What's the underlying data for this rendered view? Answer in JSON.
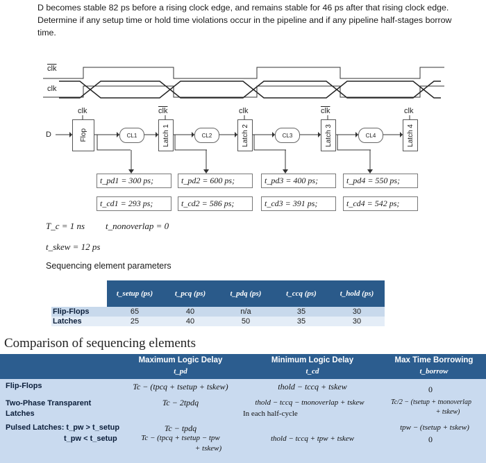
{
  "question": "D becomes stable 82 ps before a rising clock edge, and remains stable for 46 ps after that rising clock edge. Determine if any setup time or hold time violations occur in the pipeline and if any pipeline half-stages borrow time.",
  "waveform": {
    "clk_bar": "clk",
    "clk": "clk"
  },
  "pipeline": {
    "d_label": "D",
    "flop_label": "Flop",
    "clk_labels": [
      "clk",
      "clk",
      "clk",
      "clk",
      "clk"
    ],
    "cl_labels": [
      "CL1",
      "CL2",
      "CL3",
      "CL4"
    ],
    "latch_labels": [
      "Latch 1",
      "Latch 2",
      "Latch 3",
      "Latch 4"
    ]
  },
  "delays": [
    {
      "tpd": "t_pd1 = 300 ps;",
      "tcd": "t_cd1 = 293 ps;"
    },
    {
      "tpd": "t_pd2 = 600 ps;",
      "tcd": "t_cd2 = 586 ps;"
    },
    {
      "tpd": "t_pd3 = 400 ps;",
      "tcd": "t_cd3 = 391 ps;"
    },
    {
      "tpd": "t_pd4 = 550 ps;",
      "tcd": "t_cd4 = 542 ps;"
    }
  ],
  "params": {
    "tc": "T_c = 1 ns",
    "tnonoverlap": "t_nonoverlap = 0",
    "tskew": "t_skew = 12 ps",
    "seq_title": "Sequencing element parameters"
  },
  "seq_table": {
    "headers": [
      "t_setup (ps)",
      "t_pcq (ps)",
      "t_pdq (ps)",
      "t_ccq (ps)",
      "t_hold (ps)"
    ],
    "rows": [
      {
        "name": "Flip-Flops",
        "values": [
          "65",
          "40",
          "n/a",
          "35",
          "30"
        ]
      },
      {
        "name": "Latches",
        "values": [
          "25",
          "40",
          "50",
          "35",
          "30"
        ]
      }
    ]
  },
  "comparison": {
    "title": "Comparison of sequencing elements",
    "headers": {
      "max": "Maximum Logic Delay",
      "max_sym": "t_pd",
      "min": "Minimum Logic Delay",
      "min_sym": "t_cd",
      "borrow": "Max Time Borrowing",
      "borrow_sym": "t_borrow"
    },
    "rows": {
      "ff": "Flip-Flops",
      "two_phase_1": "Two-Phase Transparent",
      "two_phase_2": "Latches",
      "pulsed": "Pulsed Latches: t_pw > t_setup",
      "pulsed_2": "t_pw < t_setup"
    },
    "formulas": {
      "ff_max": "Tc − (tpcq + tsetup + tskew)",
      "ff_min": "thold − tccq + tskew",
      "ff_borrow": "0",
      "tp_max": "Tc − 2tpdq",
      "tp_min": "thold − tccq − tnonoverlap + tskew",
      "tp_min_note": "In each half-cycle",
      "tp_borrow_1": "Tc/2 − (tsetup + tnonoverlap",
      "tp_borrow_2": "+ tskew)",
      "pl_max_1": "Tc − tpdq",
      "pl_max_2": "Tc − (tpcq + tsetup − tpw",
      "pl_max_3": "+ tskew)",
      "pl_min": "thold − tccq + tpw + tskew",
      "pl_borrow_1": "tpw − (tsetup + tskew)",
      "pl_borrow_2": "0"
    }
  }
}
